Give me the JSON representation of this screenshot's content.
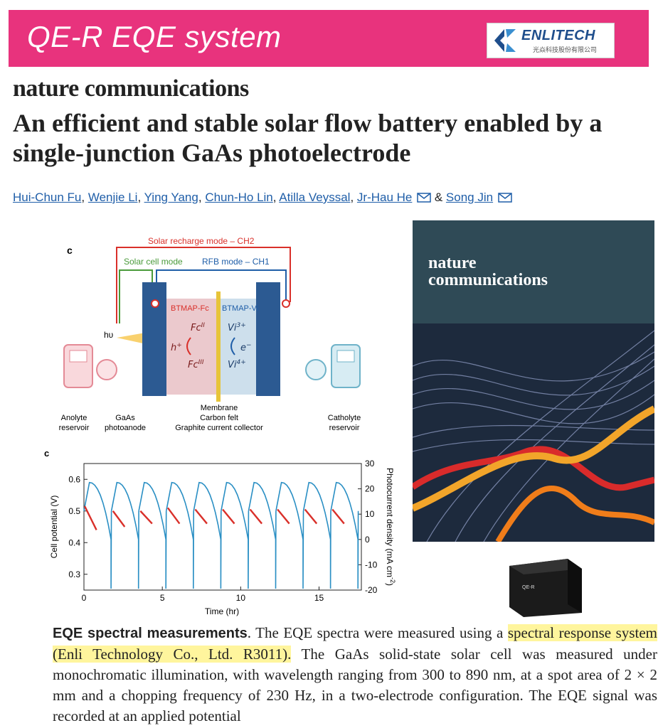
{
  "banner": {
    "title": "QE-R EQE system",
    "logo_name": "ENLITECH",
    "logo_sub": "光焱科技股份有限公司"
  },
  "journal": "nature communications",
  "article_title": "An efficient and stable solar flow battery enabled by a single-junction GaAs photoelectrode",
  "authors": [
    {
      "name": "Hui-Chun Fu"
    },
    {
      "name": "Wenjie Li"
    },
    {
      "name": "Ying Yang"
    },
    {
      "name": "Chun-Ho Lin"
    },
    {
      "name": "Atilla Veyssal"
    },
    {
      "name": "Jr-Hau He"
    },
    {
      "name": "Song Jin"
    }
  ],
  "authors_and": "&",
  "diagram": {
    "panel": "c",
    "mode_ch2": "Solar recharge mode – CH2",
    "mode_solar": "Solar cell mode",
    "mode_ch1": "RFB mode – CH1",
    "hv": "hυ",
    "left_electrolyte": "BTMAP-Fc",
    "right_electrolyte": "BTMAP-Vi",
    "fc2": "Fc",
    "fc2_sup": "II",
    "fc3": "Fc",
    "fc3_sup": "III",
    "h_plus": "h",
    "h_plus_sup": "+",
    "vi3": "Vi",
    "vi3_sup": "3+",
    "vi4": "Vi",
    "vi4_sup": "4+",
    "e_minus": "e",
    "e_minus_sup": "−",
    "anolyte": [
      "Anolyte",
      "reservoir"
    ],
    "gaas": [
      "GaAs",
      "photoanode"
    ],
    "membrane": "Membrane",
    "carbon_felt": "Carbon felt",
    "graphite": "Graphite current collector",
    "catholyte": [
      "Catholyte",
      "reservoir"
    ]
  },
  "chart_data": {
    "type": "line",
    "panel": "c",
    "xlabel": "Time (hr)",
    "ylabel_left": "Cell potential (V)",
    "ylabel_right": "Photocurrent density (mA cm",
    "ylabel_right_sup": "-2",
    "ylabel_right_close": ")",
    "xlim": [
      0,
      17.7
    ],
    "ylim_left": [
      0.25,
      0.65
    ],
    "ylim_right": [
      -20,
      30
    ],
    "x_ticks": [
      "0",
      "5",
      "10",
      "15"
    ],
    "y_ticks_left": [
      "0.3",
      "0.4",
      "0.5",
      "0.6"
    ],
    "y_ticks_right": [
      "-20",
      "-10",
      "0",
      "10",
      "20",
      "30"
    ],
    "series": [
      {
        "color": "#2a8fc4",
        "cycle_starts": [
          0.0,
          1.75,
          3.5,
          5.25,
          7.0,
          8.75,
          10.5,
          12.25,
          14.0,
          15.75
        ],
        "start_v": 0.5,
        "peak_v": 0.59,
        "peak_offset": 0.35,
        "end_v": 0.41,
        "cycle_len": 1.75
      },
      {
        "color": "#d9302a",
        "segments": [
          [
            0.05,
            0.515,
            0.8,
            0.44
          ],
          [
            1.85,
            0.5,
            2.6,
            0.45
          ],
          [
            3.6,
            0.5,
            4.35,
            0.46
          ],
          [
            5.35,
            0.51,
            6.1,
            0.46
          ],
          [
            7.1,
            0.505,
            7.85,
            0.46
          ],
          [
            8.85,
            0.505,
            9.6,
            0.46
          ],
          [
            10.6,
            0.505,
            11.35,
            0.46
          ],
          [
            12.35,
            0.505,
            13.1,
            0.46
          ],
          [
            14.1,
            0.505,
            14.85,
            0.46
          ],
          [
            15.85,
            0.505,
            16.6,
            0.46
          ]
        ]
      }
    ]
  },
  "cover": {
    "line1": "nature",
    "line2": "communications"
  },
  "device_label": "QE-R",
  "paragraph": {
    "heading": "EQE spectral measurements",
    "t1": ". The EQE spectra were measured using a ",
    "hl1": "spectral response system (Enli Technology Co., Ltd. R3011).",
    "t2": " The GaAs solid-state solar cell was measured under monochromatic illumination, with wavelength ranging from 300 to 890 nm, at a spot area of 2 × 2 mm and a chopping frequency of 230 Hz, in a two-electrode configuration. The EQE signal was recorded at an applied potential"
  },
  "colors": {
    "banner": "#e8337d",
    "link": "#1f5ea8",
    "highlight": "#fff59d",
    "cover_bg": "#2f4a56"
  }
}
